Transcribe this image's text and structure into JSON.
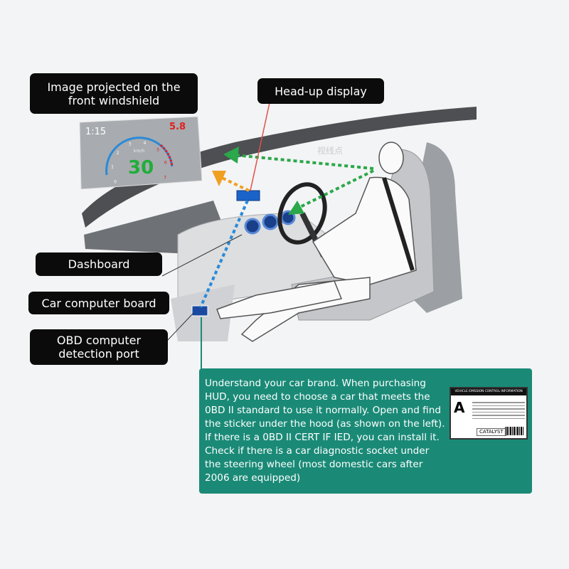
{
  "labels": {
    "windshield": "Image projected on the front windshield",
    "hud": "Head-up display",
    "dashboard": "Dashboard",
    "computer_board": "Car computer board",
    "obd_port": "OBD computer detection port"
  },
  "gaze_point": "视线点",
  "hud_display": {
    "time": "1:15",
    "speed": "30",
    "fuel": "5.8",
    "unit": "km/h",
    "ticks": [
      "0",
      "1",
      "2",
      "3",
      "4",
      "5",
      "6",
      "7"
    ]
  },
  "info_box": {
    "text": "Understand your car brand. When purchasing HUD, you need to choose a car that meets the 0BD II standard to use it normally. Open and find the sticker under the hood (as shown on the left). If there is a 0BD II CERT IF IED, you can install it. Check if there is a car diagnostic socket under the steering wheel (most domestic cars after 2006 are equipped)"
  },
  "sticker": {
    "title": "VEHICLE EMISSION CONTROL INFORMATION",
    "grade": "A",
    "catalyst": "CATALYST"
  },
  "colors": {
    "teal": "#1a8a77",
    "gaze_green": "#2aa84a",
    "orange": "#f0a020",
    "blue": "#2a8ad8"
  }
}
